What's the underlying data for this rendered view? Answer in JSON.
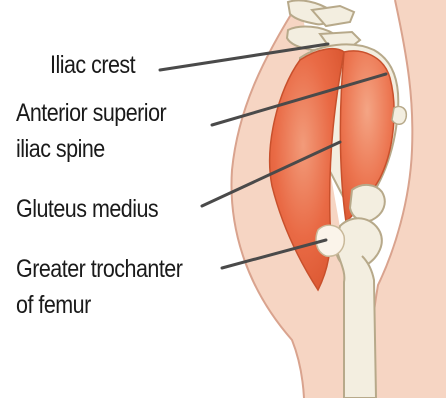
{
  "labels": {
    "iliac_crest": "Iliac crest",
    "anterior_superior_line1": "Anterior superior",
    "anterior_superior_line2": "iliac spine",
    "gluteus_medius": "Gluteus medius",
    "greater_trochanter_line1": "Greater trochanter",
    "greater_trochanter_line2": "of femur"
  },
  "colors": {
    "skin": "#f6d5c3",
    "skin_outline": "#d9a38e",
    "muscle": "#e96a45",
    "muscle_highlight": "#f19a78",
    "bone": "#f3eee0",
    "bone_outline": "#b7a98a",
    "leader": "#4a4a4a"
  }
}
